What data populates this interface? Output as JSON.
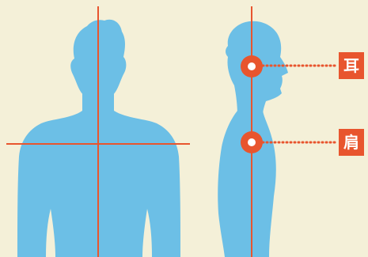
{
  "colors": {
    "background": "#f4f0d8",
    "silhouette": "#6cbfe6",
    "accent": "#e8552e",
    "label_text": "#ffffff"
  },
  "labels": {
    "ear": "耳",
    "shoulder": "肩"
  },
  "markers": [
    {
      "name": "ear",
      "icon": "ring-marker"
    },
    {
      "name": "shoulder",
      "icon": "ring-marker"
    }
  ]
}
